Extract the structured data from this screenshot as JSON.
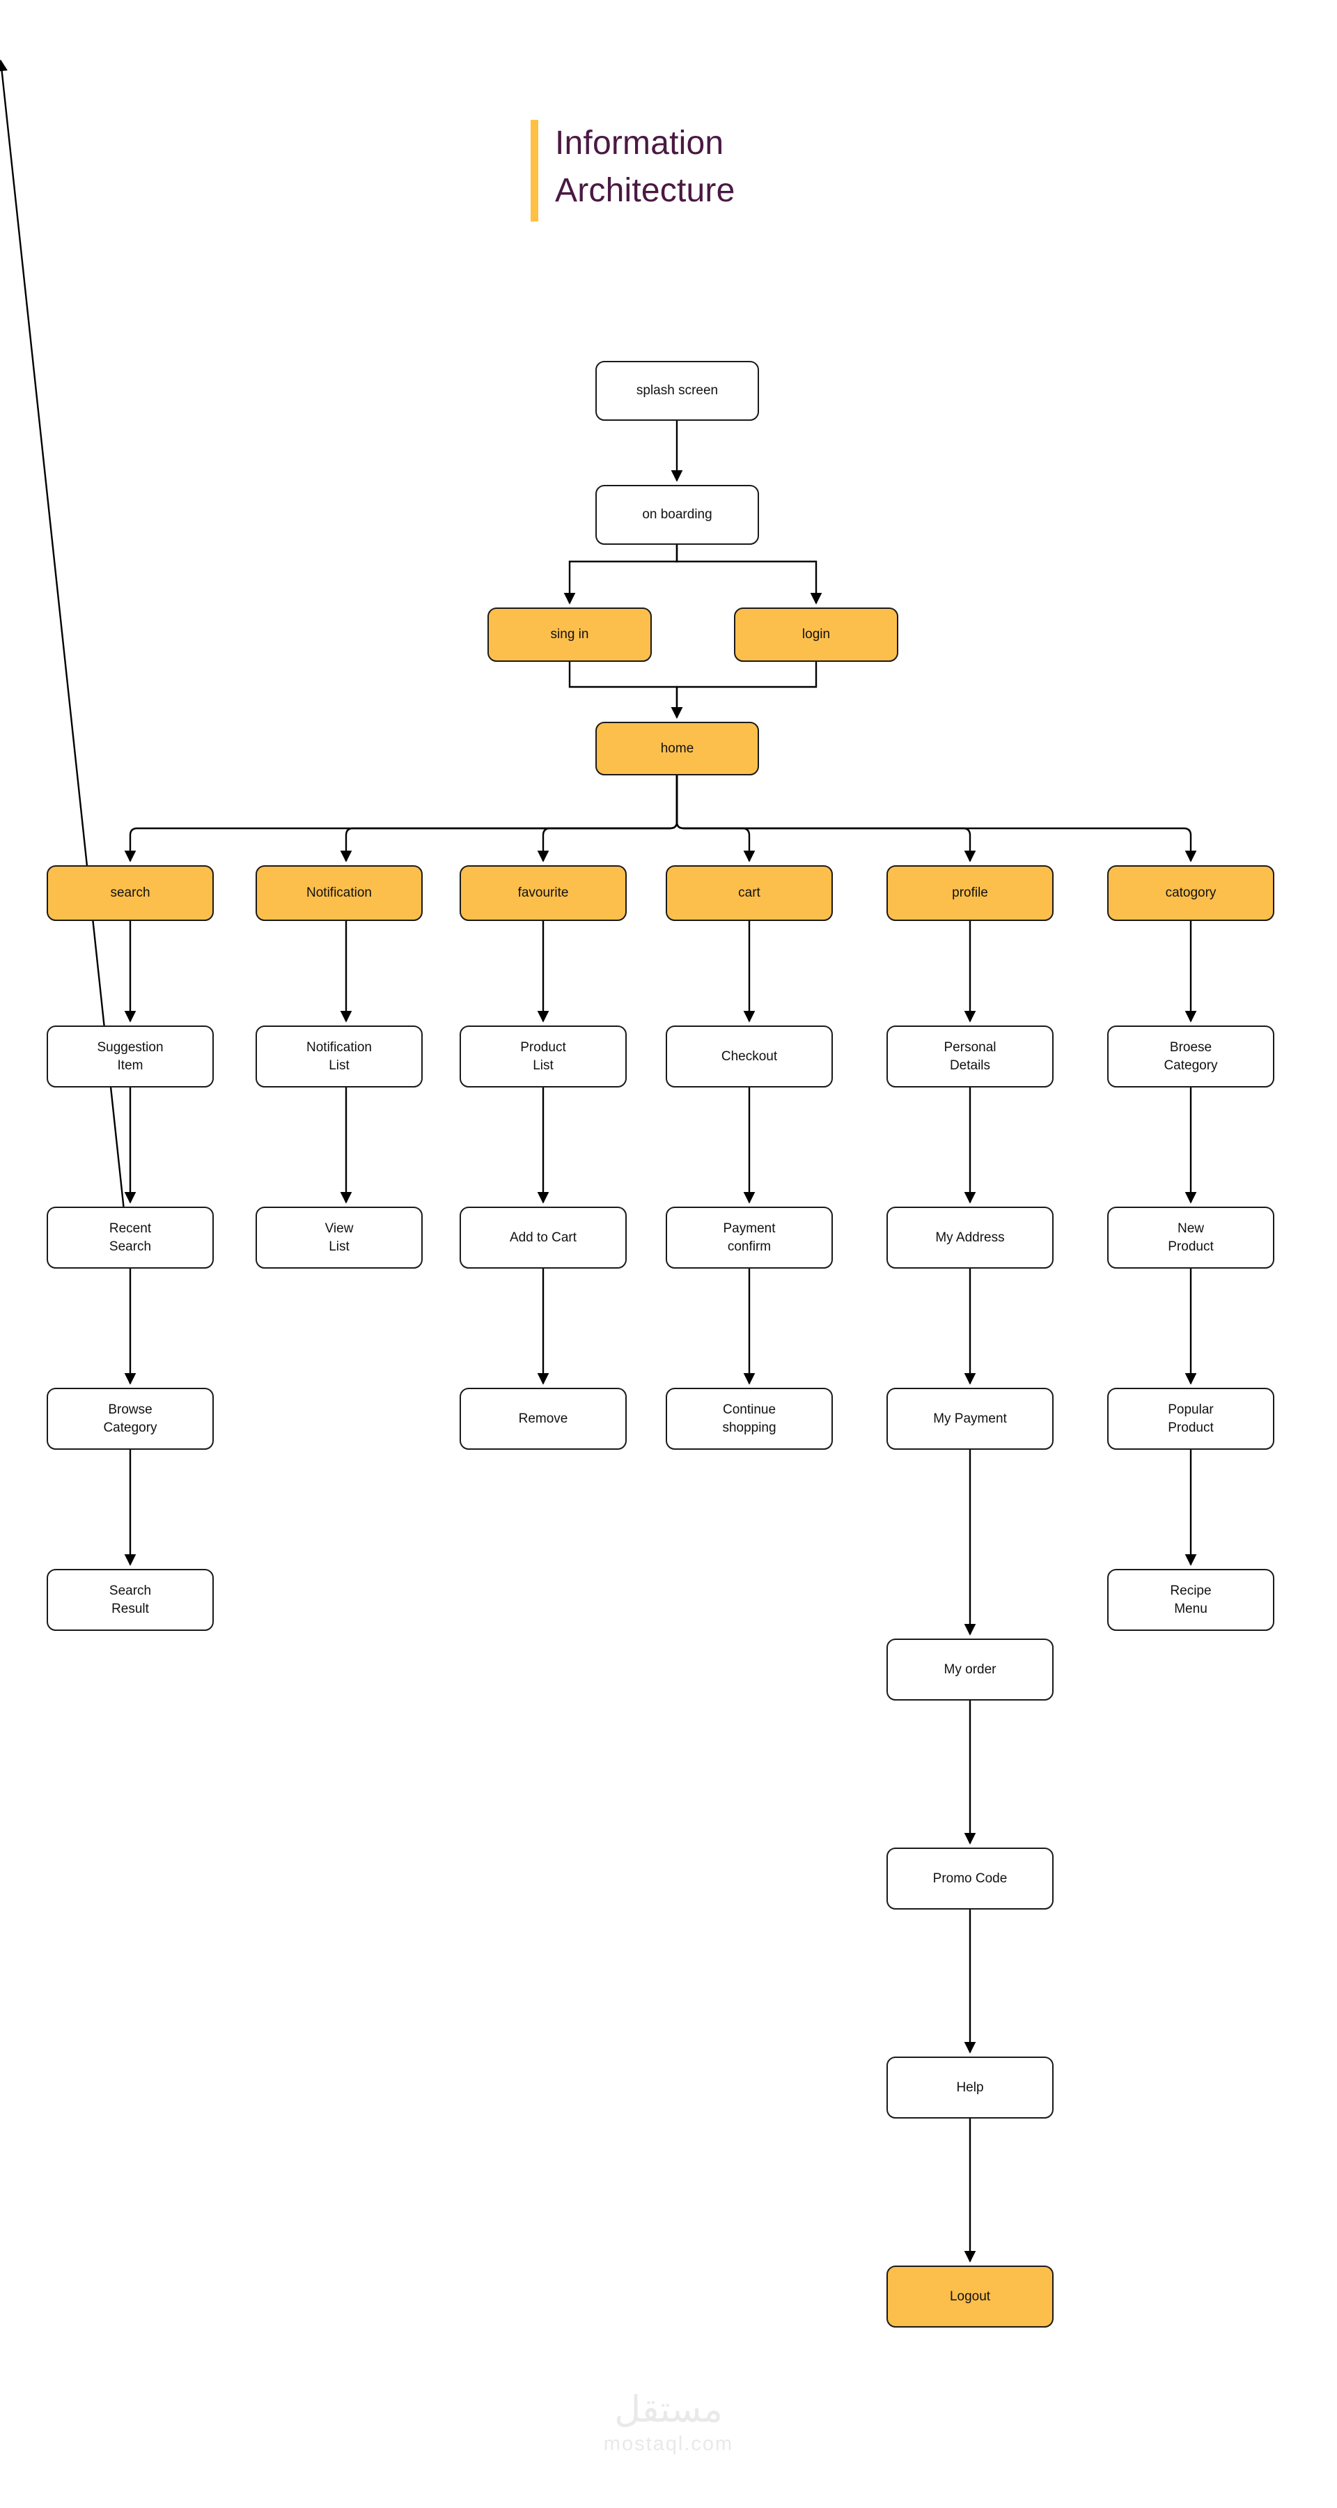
{
  "title": {
    "text": "Information\nArchitecture",
    "accent_color": "#FFC043",
    "text_color": "#4A1942"
  },
  "theme": {
    "highlight_fill": "#FDBF4C",
    "node_fill": "#FFFFFF",
    "node_stroke": "#1A1A1A",
    "edge_color": "#000000",
    "watermark_color": "#E9E9E9"
  },
  "watermark": {
    "arabic": "مستقل",
    "latin": "mostaql.com"
  },
  "nodes": {
    "splash_screen": {
      "label": "splash screen",
      "highlight": false
    },
    "on_boarding": {
      "label": "on boarding",
      "highlight": false
    },
    "sing_in": {
      "label": "sing in",
      "highlight": true
    },
    "login": {
      "label": "login",
      "highlight": true
    },
    "home": {
      "label": "home",
      "highlight": true
    },
    "search": {
      "label": "search",
      "highlight": true
    },
    "notification": {
      "label": "Notification",
      "highlight": true
    },
    "favourite": {
      "label": "favourite",
      "highlight": true
    },
    "cart": {
      "label": "cart",
      "highlight": true
    },
    "profile": {
      "label": "profile",
      "highlight": true
    },
    "catogory": {
      "label": "catogory",
      "highlight": true
    },
    "suggestion_item": {
      "label": "Suggestion\nItem",
      "highlight": false
    },
    "recent_search": {
      "label": "Recent\nSearch",
      "highlight": false
    },
    "browse_category": {
      "label": "Browse\nCategory",
      "highlight": false
    },
    "search_result": {
      "label": "Search\nResult",
      "highlight": false
    },
    "notification_list": {
      "label": "Notification\nList",
      "highlight": false
    },
    "view_list": {
      "label": "View\nList",
      "highlight": false
    },
    "product_list": {
      "label": "Product\nList",
      "highlight": false
    },
    "add_to_cart": {
      "label": "Add to Cart",
      "highlight": false
    },
    "remove": {
      "label": "Remove",
      "highlight": false
    },
    "checkout": {
      "label": "Checkout",
      "highlight": false
    },
    "payment_confirm": {
      "label": "Payment\nconfirm",
      "highlight": false
    },
    "continue_shopping": {
      "label": "Continue\nshopping",
      "highlight": false
    },
    "personal_details": {
      "label": "Personal\nDetails",
      "highlight": false
    },
    "my_address": {
      "label": "My Address",
      "highlight": false
    },
    "my_payment": {
      "label": "My Payment",
      "highlight": false
    },
    "my_order": {
      "label": "My order",
      "highlight": false
    },
    "promo_code": {
      "label": "Promo Code",
      "highlight": false
    },
    "help": {
      "label": "Help",
      "highlight": false
    },
    "logout": {
      "label": "Logout",
      "highlight": true
    },
    "broese_category": {
      "label": "Broese\nCategory",
      "highlight": false
    },
    "new_product": {
      "label": "New\nProduct",
      "highlight": false
    },
    "popular_product": {
      "label": "Popular\nProduct",
      "highlight": false
    },
    "recipe_menu": {
      "label": "Recipe\nMenu",
      "highlight": false
    }
  },
  "edges": [
    {
      "from": "splash_screen",
      "to": "on_boarding"
    },
    {
      "from": "on_boarding",
      "to": "sing_in"
    },
    {
      "from": "on_boarding",
      "to": "login"
    },
    {
      "from": "sing_in",
      "to": "home"
    },
    {
      "from": "login",
      "to": "home"
    },
    {
      "from": "home",
      "to": "search"
    },
    {
      "from": "home",
      "to": "notification"
    },
    {
      "from": "home",
      "to": "favourite"
    },
    {
      "from": "home",
      "to": "cart"
    },
    {
      "from": "home",
      "to": "profile"
    },
    {
      "from": "home",
      "to": "catogory"
    },
    {
      "from": "search",
      "to": "suggestion_item"
    },
    {
      "from": "suggestion_item",
      "to": "recent_search"
    },
    {
      "from": "recent_search",
      "to": "browse_category"
    },
    {
      "from": "browse_category",
      "to": "search_result"
    },
    {
      "from": "notification",
      "to": "notification_list"
    },
    {
      "from": "notification_list",
      "to": "view_list"
    },
    {
      "from": "favourite",
      "to": "product_list"
    },
    {
      "from": "product_list",
      "to": "add_to_cart"
    },
    {
      "from": "add_to_cart",
      "to": "remove"
    },
    {
      "from": "cart",
      "to": "checkout"
    },
    {
      "from": "checkout",
      "to": "payment_confirm"
    },
    {
      "from": "payment_confirm",
      "to": "continue_shopping"
    },
    {
      "from": "profile",
      "to": "personal_details"
    },
    {
      "from": "personal_details",
      "to": "my_address"
    },
    {
      "from": "my_address",
      "to": "my_payment"
    },
    {
      "from": "my_payment",
      "to": "my_order"
    },
    {
      "from": "my_order",
      "to": "promo_code"
    },
    {
      "from": "promo_code",
      "to": "help"
    },
    {
      "from": "help",
      "to": "logout"
    },
    {
      "from": "catogory",
      "to": "broese_category"
    },
    {
      "from": "broese_category",
      "to": "new_product"
    },
    {
      "from": "new_product",
      "to": "popular_product"
    },
    {
      "from": "popular_product",
      "to": "recipe_menu"
    }
  ]
}
